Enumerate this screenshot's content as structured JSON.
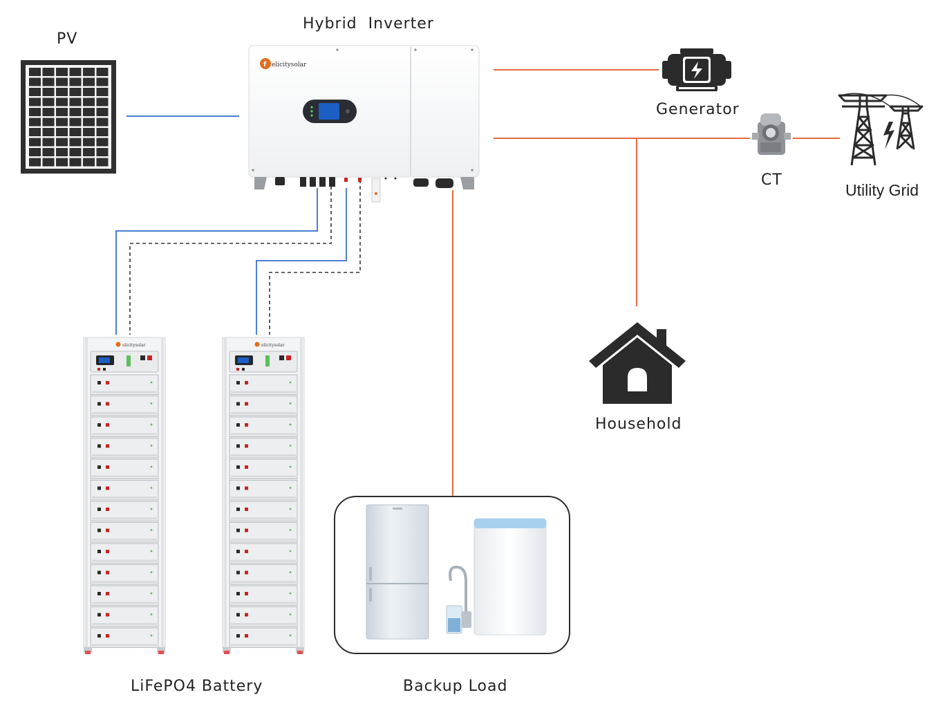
{
  "labels": {
    "pv": "PV",
    "inverter": "Hybrid  Inverter",
    "generator": "Generator",
    "ct": "CT",
    "grid": "Utility Grid",
    "household": "Household",
    "battery": "LiFePO4 Battery",
    "backup": "Backup Load"
  },
  "inverter": {
    "brand": "elicitysolar"
  },
  "battery_rack": {
    "brand": "elicitysolar"
  },
  "colors": {
    "dc_line": "#4a7fd0",
    "ac_line": "#e4693f",
    "comm_line": "#333333",
    "icon_dark": "#2b2b2b"
  }
}
